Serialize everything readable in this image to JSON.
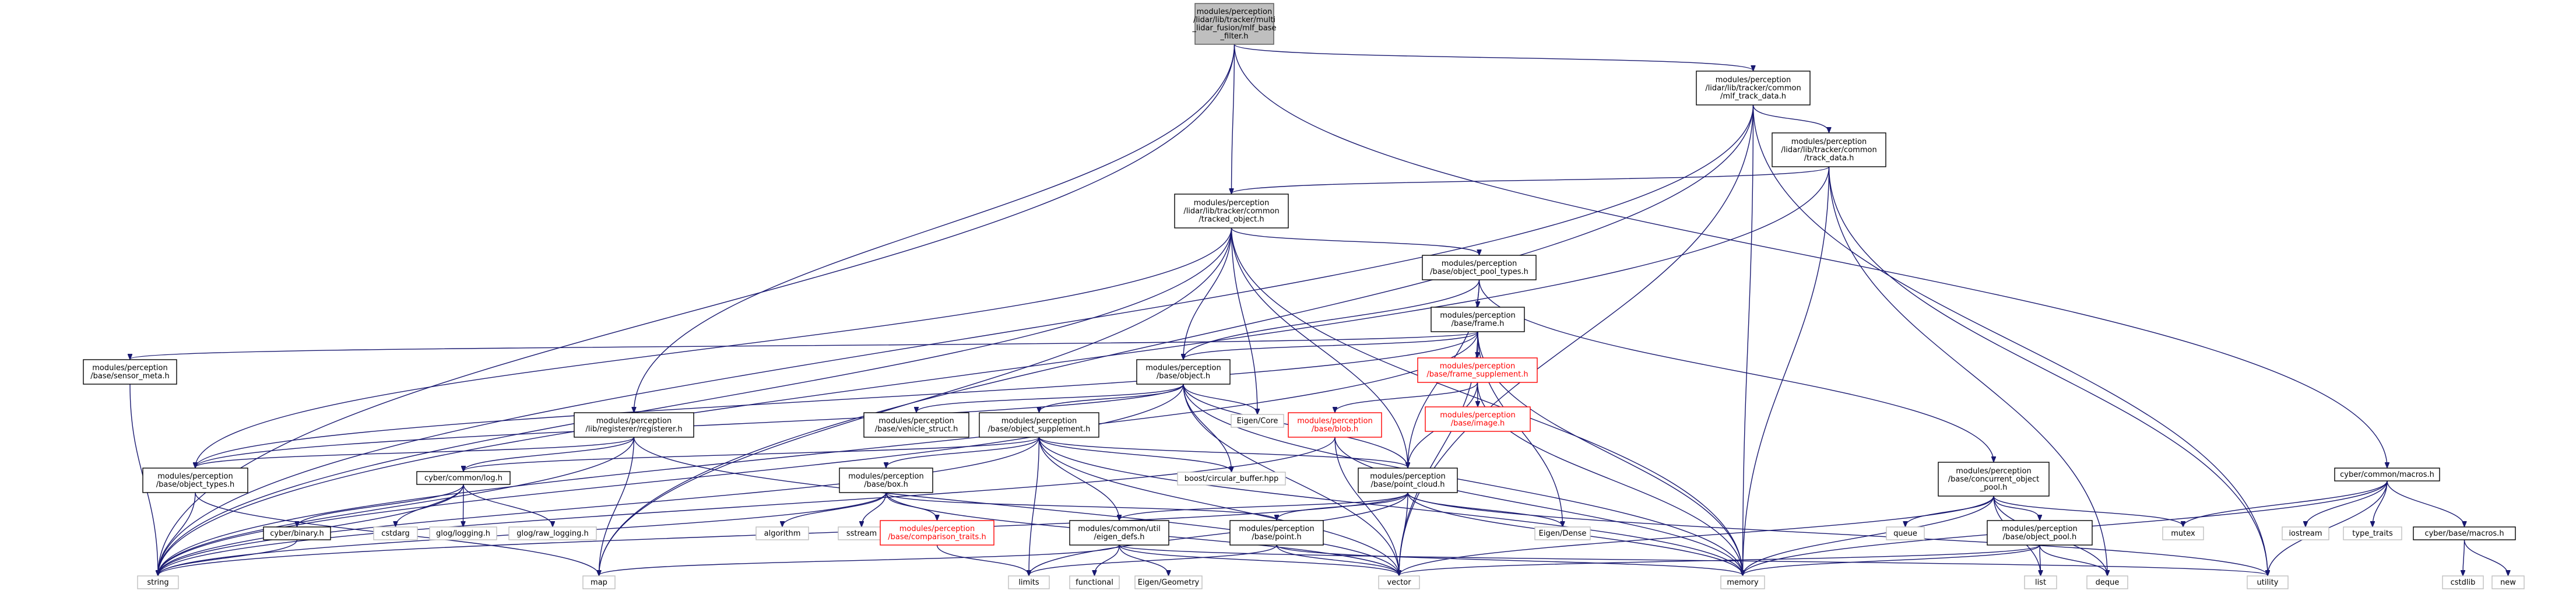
{
  "colors": {
    "edge": "#191970",
    "root_fill": "#bfbfbf",
    "missing_file_border": "#ff0000",
    "system_header_border": "#bfbfbf",
    "node_border": "#000000"
  },
  "nodes": [
    {
      "id": "root",
      "kind": "root",
      "lines": [
        "modules/perception",
        "/lidar/lib/tracker/multi",
        "_lidar_fusion/mlf_base",
        "_filter.h"
      ]
    },
    {
      "id": "mlf_track_data",
      "kind": "file",
      "lines": [
        "modules/perception",
        "/lidar/lib/tracker/common",
        "/mlf_track_data.h"
      ]
    },
    {
      "id": "track_data",
      "kind": "file",
      "lines": [
        "modules/perception",
        "/lidar/lib/tracker/common",
        "/track_data.h"
      ]
    },
    {
      "id": "tracked_object",
      "kind": "file",
      "lines": [
        "modules/perception",
        "/lidar/lib/tracker/common",
        "/tracked_object.h"
      ]
    },
    {
      "id": "object_pool_types",
      "kind": "file",
      "lines": [
        "modules/perception",
        "/base/object_pool_types.h"
      ]
    },
    {
      "id": "frame",
      "kind": "file",
      "lines": [
        "modules/perception",
        "/base/frame.h"
      ]
    },
    {
      "id": "frame_supplement",
      "kind": "red",
      "lines": [
        "modules/perception",
        "/base/frame_supplement.h"
      ]
    },
    {
      "id": "image",
      "kind": "red",
      "lines": [
        "modules/perception",
        "/base/image.h"
      ]
    },
    {
      "id": "blob",
      "kind": "red",
      "lines": [
        "modules/perception",
        "/base/blob.h"
      ]
    },
    {
      "id": "sensor_meta",
      "kind": "file",
      "lines": [
        "modules/perception",
        "/base/sensor_meta.h"
      ]
    },
    {
      "id": "object",
      "kind": "file",
      "lines": [
        "modules/perception",
        "/base/object.h"
      ]
    },
    {
      "id": "eigen_core",
      "kind": "sys",
      "lines": [
        "Eigen/Core"
      ]
    },
    {
      "id": "vehicle_struct",
      "kind": "file",
      "lines": [
        "modules/perception",
        "/base/vehicle_struct.h"
      ]
    },
    {
      "id": "object_supplement",
      "kind": "file",
      "lines": [
        "modules/perception",
        "/base/object_supplement.h"
      ]
    },
    {
      "id": "registerer",
      "kind": "file",
      "lines": [
        "modules/perception",
        "/lib/registerer/registerer.h"
      ]
    },
    {
      "id": "object_types",
      "kind": "file",
      "lines": [
        "modules/perception",
        "/base/object_types.h"
      ]
    },
    {
      "id": "cyber_log",
      "kind": "file",
      "lines": [
        "cyber/common/log.h"
      ]
    },
    {
      "id": "cyber_binary",
      "kind": "file",
      "lines": [
        "cyber/binary.h"
      ]
    },
    {
      "id": "cstdarg",
      "kind": "sys",
      "lines": [
        "cstdarg"
      ]
    },
    {
      "id": "glog_logging",
      "kind": "sys",
      "lines": [
        "glog/logging.h"
      ]
    },
    {
      "id": "glog_raw_logging",
      "kind": "sys",
      "lines": [
        "glog/raw_logging.h"
      ]
    },
    {
      "id": "box",
      "kind": "file",
      "lines": [
        "modules/perception",
        "/base/box.h"
      ]
    },
    {
      "id": "algorithm",
      "kind": "sys",
      "lines": [
        "algorithm"
      ]
    },
    {
      "id": "sstream",
      "kind": "sys",
      "lines": [
        "sstream"
      ]
    },
    {
      "id": "comparison_traits",
      "kind": "red",
      "lines": [
        "modules/perception",
        "/base/comparison_traits.h"
      ]
    },
    {
      "id": "boost_circular",
      "kind": "sys",
      "lines": [
        "boost/circular_buffer.hpp"
      ]
    },
    {
      "id": "point_cloud",
      "kind": "file",
      "lines": [
        "modules/perception",
        "/base/point_cloud.h"
      ]
    },
    {
      "id": "eigen_defs",
      "kind": "file",
      "lines": [
        "modules/common/util",
        "/eigen_defs.h"
      ]
    },
    {
      "id": "point",
      "kind": "file",
      "lines": [
        "modules/perception",
        "/base/point.h"
      ]
    },
    {
      "id": "eigen_dense",
      "kind": "sys",
      "lines": [
        "Eigen/Dense"
      ]
    },
    {
      "id": "functional",
      "kind": "sys",
      "lines": [
        "functional"
      ]
    },
    {
      "id": "eigen_geometry",
      "kind": "sys",
      "lines": [
        "Eigen/Geometry"
      ]
    },
    {
      "id": "limits",
      "kind": "sys",
      "lines": [
        "limits"
      ]
    },
    {
      "id": "concurrent_pool",
      "kind": "file",
      "lines": [
        "modules/perception",
        "/base/concurrent_object",
        "_pool.h"
      ]
    },
    {
      "id": "queue",
      "kind": "sys",
      "lines": [
        "queue"
      ]
    },
    {
      "id": "object_pool",
      "kind": "file",
      "lines": [
        "modules/perception",
        "/base/object_pool.h"
      ]
    },
    {
      "id": "list",
      "kind": "sys",
      "lines": [
        "list"
      ]
    },
    {
      "id": "deque",
      "kind": "sys",
      "lines": [
        "deque"
      ]
    },
    {
      "id": "macros",
      "kind": "file",
      "lines": [
        "cyber/common/macros.h"
      ]
    },
    {
      "id": "mutex",
      "kind": "sys",
      "lines": [
        "mutex"
      ]
    },
    {
      "id": "iostream",
      "kind": "sys",
      "lines": [
        "iostream"
      ]
    },
    {
      "id": "type_traits",
      "kind": "sys",
      "lines": [
        "type_traits"
      ]
    },
    {
      "id": "base_macros",
      "kind": "file",
      "lines": [
        "cyber/base/macros.h"
      ]
    },
    {
      "id": "cstdlib",
      "kind": "sys",
      "lines": [
        "cstdlib"
      ]
    },
    {
      "id": "new",
      "kind": "sys",
      "lines": [
        "new"
      ]
    },
    {
      "id": "string",
      "kind": "sys",
      "lines": [
        "string"
      ]
    },
    {
      "id": "map",
      "kind": "sys",
      "lines": [
        "map"
      ]
    },
    {
      "id": "vector",
      "kind": "sys",
      "lines": [
        "vector"
      ]
    },
    {
      "id": "memory",
      "kind": "sys",
      "lines": [
        "memory"
      ]
    },
    {
      "id": "utility",
      "kind": "sys",
      "lines": [
        "utility"
      ]
    }
  ],
  "edges": [
    [
      "root",
      "mlf_track_data"
    ],
    [
      "root",
      "tracked_object"
    ],
    [
      "root",
      "string"
    ],
    [
      "root",
      "registerer"
    ],
    [
      "root",
      "macros"
    ],
    [
      "mlf_track_data",
      "track_data"
    ],
    [
      "mlf_track_data",
      "string"
    ],
    [
      "mlf_track_data",
      "map"
    ],
    [
      "mlf_track_data",
      "vector"
    ],
    [
      "mlf_track_data",
      "memory"
    ],
    [
      "mlf_track_data",
      "utility"
    ],
    [
      "track_data",
      "tracked_object"
    ],
    [
      "track_data",
      "string"
    ],
    [
      "track_data",
      "memory"
    ],
    [
      "track_data",
      "deque"
    ],
    [
      "track_data",
      "utility"
    ],
    [
      "tracked_object",
      "object_pool_types"
    ],
    [
      "tracked_object",
      "object"
    ],
    [
      "tracked_object",
      "eigen_core"
    ],
    [
      "tracked_object",
      "object_types"
    ],
    [
      "tracked_object",
      "point_cloud"
    ],
    [
      "tracked_object",
      "string"
    ],
    [
      "tracked_object",
      "map"
    ],
    [
      "tracked_object",
      "memory"
    ],
    [
      "object_pool_types",
      "frame"
    ],
    [
      "object_pool_types",
      "object"
    ],
    [
      "object_pool_types",
      "point_cloud"
    ],
    [
      "object_pool_types",
      "concurrent_pool"
    ],
    [
      "frame",
      "frame_supplement"
    ],
    [
      "frame",
      "sensor_meta"
    ],
    [
      "frame",
      "object"
    ],
    [
      "frame",
      "object_types"
    ],
    [
      "frame",
      "string"
    ],
    [
      "frame",
      "eigen_dense"
    ],
    [
      "frame",
      "vector"
    ],
    [
      "frame",
      "memory"
    ],
    [
      "frame_supplement",
      "blob"
    ],
    [
      "frame_supplement",
      "image"
    ],
    [
      "frame_supplement",
      "point_cloud"
    ],
    [
      "frame_supplement",
      "memory"
    ],
    [
      "blob",
      "vector"
    ],
    [
      "blob",
      "string"
    ],
    [
      "blob",
      "memory"
    ],
    [
      "sensor_meta",
      "string"
    ],
    [
      "object",
      "eigen_core"
    ],
    [
      "object",
      "vehicle_struct"
    ],
    [
      "object",
      "object_supplement"
    ],
    [
      "object",
      "object_types"
    ],
    [
      "object",
      "point_cloud"
    ],
    [
      "object",
      "boost_circular"
    ],
    [
      "object",
      "string"
    ],
    [
      "object",
      "vector"
    ],
    [
      "object",
      "memory"
    ],
    [
      "object_supplement",
      "box"
    ],
    [
      "object_supplement",
      "cyber_log"
    ],
    [
      "object_supplement",
      "point_cloud"
    ],
    [
      "object_supplement",
      "eigen_defs"
    ],
    [
      "object_supplement",
      "boost_circular"
    ],
    [
      "object_supplement",
      "limits"
    ],
    [
      "object_supplement",
      "string"
    ],
    [
      "object_supplement",
      "vector"
    ],
    [
      "object_supplement",
      "memory"
    ],
    [
      "registerer",
      "cyber_log"
    ],
    [
      "registerer",
      "object_types"
    ],
    [
      "registerer",
      "map"
    ],
    [
      "registerer",
      "string"
    ],
    [
      "registerer",
      "vector"
    ],
    [
      "object_types",
      "string"
    ],
    [
      "object_types",
      "map"
    ],
    [
      "cyber_log",
      "cyber_binary"
    ],
    [
      "cyber_log",
      "cstdarg"
    ],
    [
      "cyber_log",
      "glog_logging"
    ],
    [
      "cyber_log",
      "glog_raw_logging"
    ],
    [
      "cyber_log",
      "string"
    ],
    [
      "cyber_binary",
      "string"
    ],
    [
      "box",
      "algorithm"
    ],
    [
      "box",
      "sstream"
    ],
    [
      "box",
      "comparison_traits"
    ],
    [
      "box",
      "point"
    ],
    [
      "box",
      "string"
    ],
    [
      "box",
      "vector"
    ],
    [
      "comparison_traits",
      "limits"
    ],
    [
      "point_cloud",
      "eigen_defs"
    ],
    [
      "point_cloud",
      "point"
    ],
    [
      "point_cloud",
      "eigen_dense"
    ],
    [
      "point_cloud",
      "limits"
    ],
    [
      "point_cloud",
      "vector"
    ],
    [
      "point_cloud",
      "memory"
    ],
    [
      "point_cloud",
      "string"
    ],
    [
      "point_cloud",
      "utility"
    ],
    [
      "eigen_defs",
      "map"
    ],
    [
      "eigen_defs",
      "functional"
    ],
    [
      "eigen_defs",
      "eigen_geometry"
    ],
    [
      "eigen_defs",
      "vector"
    ],
    [
      "eigen_defs",
      "utility"
    ],
    [
      "point",
      "limits"
    ],
    [
      "point",
      "vector"
    ],
    [
      "point",
      "memory"
    ],
    [
      "concurrent_pool",
      "object_pool"
    ],
    [
      "concurrent_pool",
      "queue"
    ],
    [
      "concurrent_pool",
      "list"
    ],
    [
      "concurrent_pool",
      "deque"
    ],
    [
      "concurrent_pool",
      "mutex"
    ],
    [
      "concurrent_pool",
      "vector"
    ],
    [
      "concurrent_pool",
      "memory"
    ],
    [
      "object_pool",
      "list"
    ],
    [
      "object_pool",
      "deque"
    ],
    [
      "object_pool",
      "memory"
    ],
    [
      "object_pool",
      "vector"
    ],
    [
      "macros",
      "mutex"
    ],
    [
      "macros",
      "iostream"
    ],
    [
      "macros",
      "type_traits"
    ],
    [
      "macros",
      "base_macros"
    ],
    [
      "macros",
      "utility"
    ],
    [
      "macros",
      "memory"
    ],
    [
      "base_macros",
      "cstdlib"
    ],
    [
      "base_macros",
      "new"
    ]
  ]
}
